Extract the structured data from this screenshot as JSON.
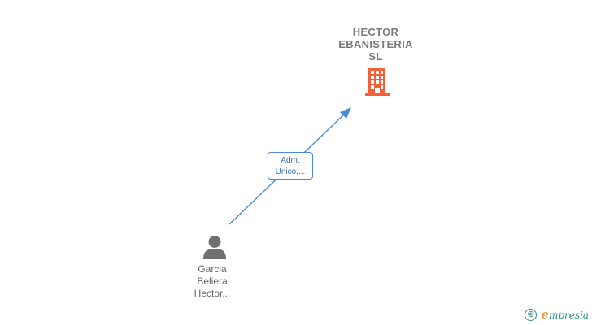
{
  "company": {
    "name_lines": [
      "HECTOR",
      "EBANISTERIA",
      "SL"
    ],
    "icon": "building-icon",
    "color": "#f0623a"
  },
  "person": {
    "name_lines": [
      "Garcia",
      "Beliera",
      "Hector..."
    ],
    "icon": "person-icon",
    "color": "#707070"
  },
  "relation": {
    "label_lines": [
      "Adm.",
      "Unico,..."
    ],
    "color": "#4a8ad4"
  },
  "footer": {
    "copyright_symbol": "©",
    "brand_initial": "e",
    "brand_rest": "mpresia",
    "brand_color": "#2d8c7a",
    "brand_accent_color": "#e2a23b"
  }
}
